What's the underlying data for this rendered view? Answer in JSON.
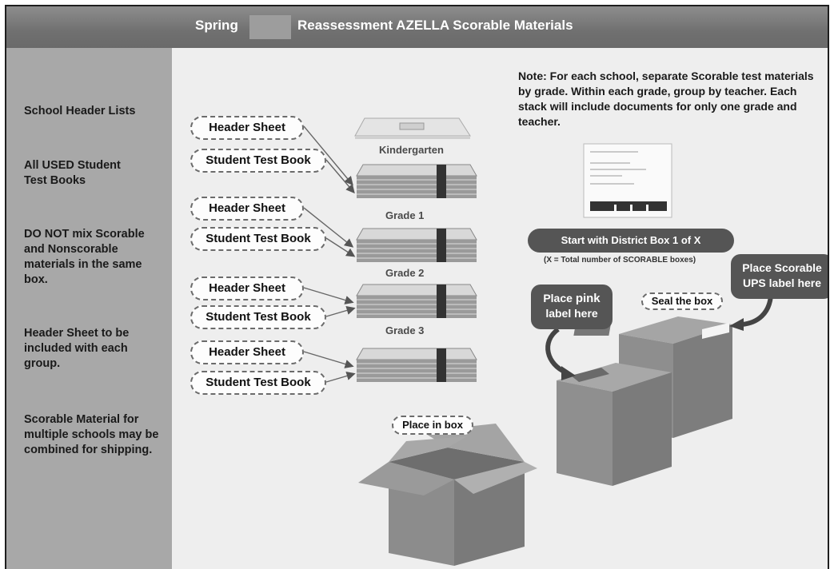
{
  "header": {
    "title_left": "Spring",
    "title_right": "Reassessment AZELLA Scorable Materials"
  },
  "sidebar": {
    "items": [
      {
        "text": "School Header Lists"
      },
      {
        "text": "All USED Student Test Books"
      },
      {
        "text": "DO NOT mix Scorable and Nonscorable materials in the same box."
      },
      {
        "text": "Header Sheet to be included with each group."
      },
      {
        "text": "Scorable Material for multiple schools may be combined for shipping."
      }
    ]
  },
  "stacks": [
    {
      "header_label": "Header Sheet",
      "book_label": "Student Test Book",
      "grade": "Kindergarten"
    },
    {
      "header_label": "Header Sheet",
      "book_label": "Student Test Book",
      "grade": "Grade 1"
    },
    {
      "header_label": "Header Sheet",
      "book_label": "Student Test Book",
      "grade": "Grade 2"
    },
    {
      "header_label": "Header Sheet",
      "book_label": "Student Test Book",
      "grade": "Grade 3"
    }
  ],
  "place_in_box": "Place in box",
  "note": "Note: For each school, separate Scorable test materials by grade. Within each grade, group by teacher. Each stack will include documents for only one grade and teacher.",
  "district_box": "Start with District Box 1 of X",
  "district_box_sub": "(X = Total number of SCORABLE boxes)",
  "ups_label": "Place Scorable UPS label here",
  "pink_label_a": "Place ",
  "pink_label_b": "pink",
  "pink_label_c": "label here",
  "seal_box": "Seal the box",
  "colors": {
    "titlebar": "#707070",
    "sidebar": "#a8a8a8",
    "canvas": "#eeeeee",
    "box": "#8a8a8a",
    "dark_pill": "#555555"
  }
}
